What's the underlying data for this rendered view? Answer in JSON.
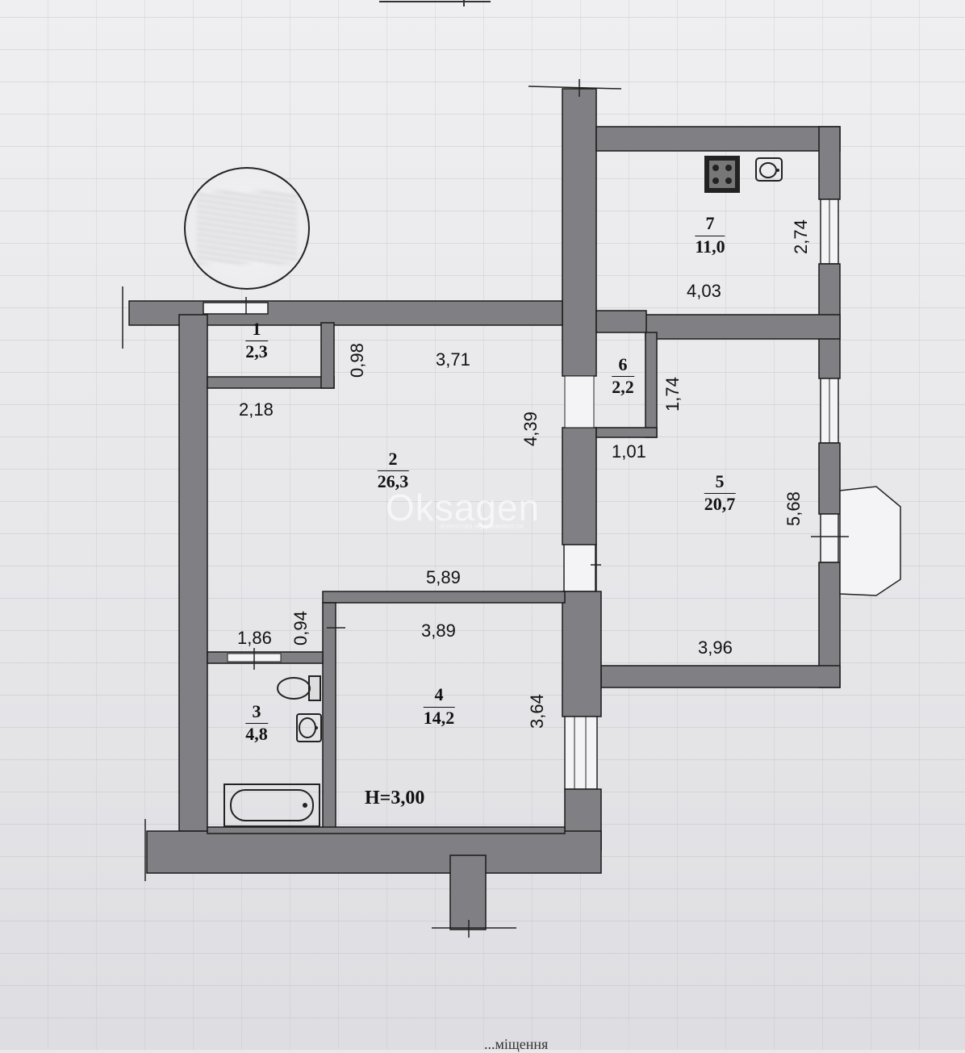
{
  "rooms": [
    {
      "number": "1",
      "area": "2,3"
    },
    {
      "number": "2",
      "area": "26,3"
    },
    {
      "number": "3",
      "area": "4,8"
    },
    {
      "number": "4",
      "area": "14,2"
    },
    {
      "number": "5",
      "area": "20,7"
    },
    {
      "number": "6",
      "area": "2,2"
    },
    {
      "number": "7",
      "area": "11,0"
    }
  ],
  "dimensions": {
    "d_098": "0,98",
    "d_371": "3,71",
    "d_218": "2,18",
    "d_439": "4,39",
    "d_589": "5,89",
    "d_094": "0,94",
    "d_186": "1,86",
    "d_389": "3,89",
    "d_364": "3,64",
    "d_403": "4,03",
    "d_274": "2,74",
    "d_174": "1,74",
    "d_101": "1,01",
    "d_568": "5,68",
    "d_396": "3,96"
  },
  "ceiling_height": "H=3,00",
  "watermark": {
    "brand": "Oksagen",
    "tagline": "агентство недвижимости"
  },
  "footer_fragment": "...міщення",
  "colors": {
    "wall": "#808084",
    "paper": "#e9e9eb",
    "ink": "#111111"
  }
}
